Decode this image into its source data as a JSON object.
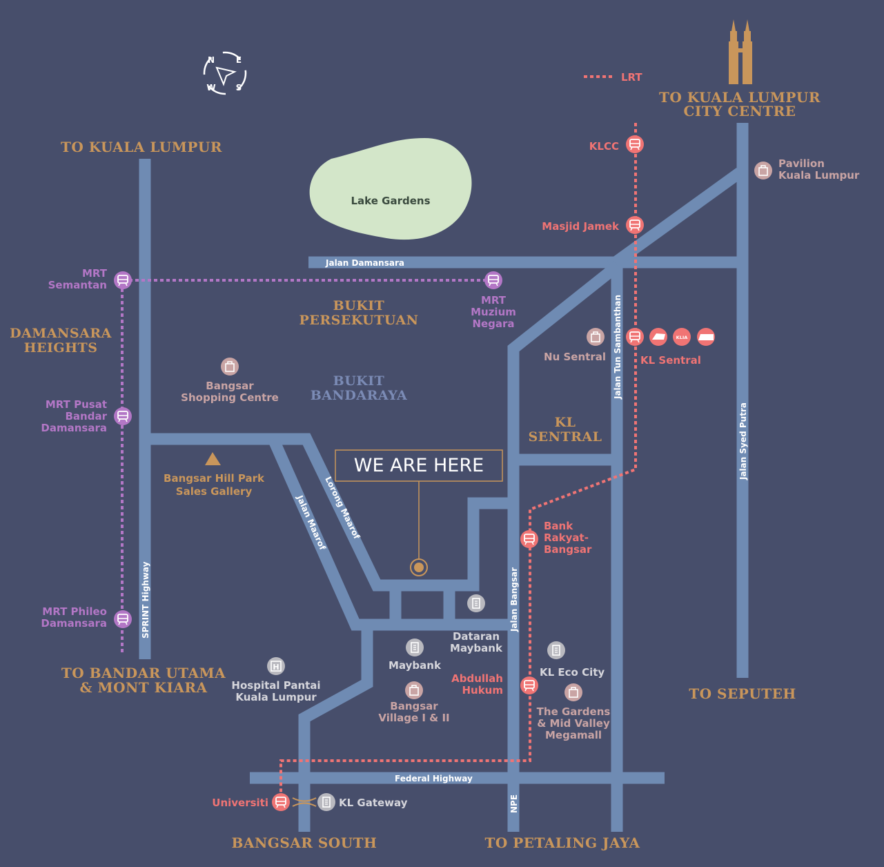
{
  "legend": {
    "lrt_label": "LRT"
  },
  "compass": {
    "n": "N",
    "e": "E",
    "w": "W",
    "s": "S"
  },
  "directions": {
    "kl_city_line1": "TO KUALA LUMPUR",
    "kl_city_line2": "CITY CENTRE",
    "to_kl": "TO KUALA LUMPUR",
    "bandar_utama_line1": "TO BANDAR UTAMA",
    "bandar_utama_line2": "& MONT KIARA",
    "seputeh": "TO SEPUTEH",
    "petaling_jaya": "TO PETALING JAYA",
    "bangsar_south": "BANGSAR SOUTH"
  },
  "districts": {
    "damansara_1": "DAMANSARA",
    "damansara_2": "HEIGHTS",
    "bukit_persekutuan_1": "BUKIT",
    "bukit_persekutuan_2": "PERSEKUTUAN",
    "bukit_bandaraya_1": "BUKIT",
    "bukit_bandaraya_2": "BANDARAYA",
    "kl_sentral_1": "KL",
    "kl_sentral_2": "SENTRAL"
  },
  "lake": "Lake Gardens",
  "roads": {
    "jalan_damansara": "Jalan Damansara",
    "jalan_tun_sambanthan": "Jalan Tun Sambanthan",
    "jalan_syed_putra": "Jalan Syed Putra",
    "jalan_maarof": "Jalan Maarof",
    "lorong_maarof": "Lorong Maarof",
    "sprint_highway": "SPRINT Highway",
    "jalan_bangsar": "Jalan Bangsar",
    "federal_highway": "Federal Highway",
    "npe": "NPE"
  },
  "lrt_stations": {
    "klcc": "KLCC",
    "masjid_jamek": "Masjid Jamek",
    "kl_sentral": "KL Sentral",
    "bank_rakyat_1": "Bank",
    "bank_rakyat_2": "Rakyat-",
    "bank_rakyat_3": "Bangsar",
    "abdullah_hukum_1": "Abdullah",
    "abdullah_hukum_2": "Hukum",
    "universiti": "Universiti"
  },
  "mrt_stations": {
    "semantan_1": "MRT",
    "semantan_2": "Semantan",
    "muzium_1": "MRT",
    "muzium_2": "Muzium",
    "muzium_3": "Negara",
    "pusat_1": "MRT Pusat",
    "pusat_2": "Bandar",
    "pusat_3": "Damansara",
    "phileo_1": "MRT Phileo",
    "phileo_2": "Damansara"
  },
  "places": {
    "pavilion_1": "Pavilion",
    "pavilion_2": "Kuala Lumpur",
    "nu_sentral": "Nu Sentral",
    "bangsar_sc_1": "Bangsar",
    "bangsar_sc_2": "Shopping Centre",
    "sales_gallery_1": "Bangsar Hill Park",
    "sales_gallery_2": "Sales Gallery",
    "dataran_1": "Dataran",
    "dataran_2": "Maybank",
    "maybank": "Maybank",
    "bangsar_village_1": "Bangsar",
    "bangsar_village_2": "Village I & II",
    "hospital_1": "Hospital Pantai",
    "hospital_2": "Kuala Lumpur",
    "kl_eco_city": "KL Eco City",
    "gardens_1": "The Gardens",
    "gardens_2": "& Mid Valley",
    "gardens_3": "Megamall",
    "kl_gateway": "KL Gateway",
    "hospital_icon_letter": "H"
  },
  "rail_icons": {
    "kl_sentral_rail_2": "KLIA"
  },
  "marker": {
    "we_are_here": "WE ARE HERE"
  },
  "colors": {
    "background": "#474e6b",
    "road": "#6f8bb3",
    "lrt": "#f07474",
    "mrt": "#b377c6",
    "gold": "#c9965b",
    "lake": "#d3e6c9"
  }
}
